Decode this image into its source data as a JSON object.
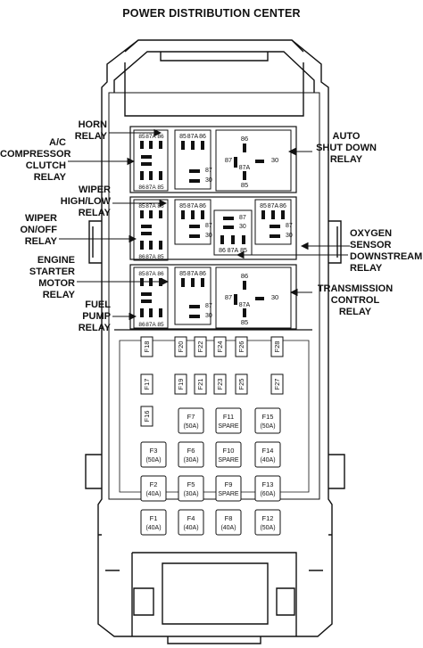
{
  "title": "POWER DISTRIBUTION CENTER",
  "callouts": {
    "horn": [
      "HORN",
      "RELAY"
    ],
    "ac": [
      "A/C",
      "COMPRESSOR",
      "CLUTCH",
      "RELAY"
    ],
    "wiper_hl": [
      "WIPER",
      "HIGH/LOW",
      "RELAY"
    ],
    "wiper_onoff": [
      "WIPER",
      "ON/OFF",
      "RELAY"
    ],
    "starter": [
      "ENGINE",
      "STARTER",
      "MOTOR",
      "RELAY"
    ],
    "fuel": [
      "FUEL",
      "PUMP",
      "RELAY"
    ],
    "asd": [
      "AUTO",
      "SHUT DOWN",
      "RELAY"
    ],
    "o2": [
      "OXYGEN",
      "SENSOR",
      "DOWNSTREAM",
      "RELAY"
    ],
    "trans": [
      "TRANSMISSION",
      "CONTROL",
      "RELAY"
    ]
  },
  "relay_pins": {
    "p85": "85",
    "p86": "86",
    "p87A": "87A",
    "p87": "87",
    "p30": "30"
  },
  "fuses": {
    "F18": "F18",
    "F20": "F20",
    "F22": "F22",
    "F24": "F24",
    "F26": "F26",
    "F28": "F28",
    "F17": "F17",
    "F19": "F19",
    "F21": "F21",
    "F23": "F23",
    "F25": "F25",
    "F27": "F27",
    "F16": "F16",
    "F7": [
      "F7",
      "(50A)"
    ],
    "F11": [
      "F11",
      "SPARE"
    ],
    "F15": [
      "F15",
      "(50A)"
    ],
    "F3": [
      "F3",
      "(50A)"
    ],
    "F6": [
      "F6",
      "(30A)"
    ],
    "F10": [
      "F10",
      "SPARE"
    ],
    "F14": [
      "F14",
      "(40A)"
    ],
    "F2": [
      "F2",
      "(40A)"
    ],
    "F5": [
      "F5",
      "(30A)"
    ],
    "F9": [
      "F9",
      "SPARE"
    ],
    "F13": [
      "F13",
      "(60A)"
    ],
    "F1": [
      "F1",
      "(40A)"
    ],
    "F4": [
      "F4",
      "(40A)"
    ],
    "F8": [
      "F8",
      "(40A)"
    ],
    "F12": [
      "F12",
      "(50A)"
    ]
  }
}
